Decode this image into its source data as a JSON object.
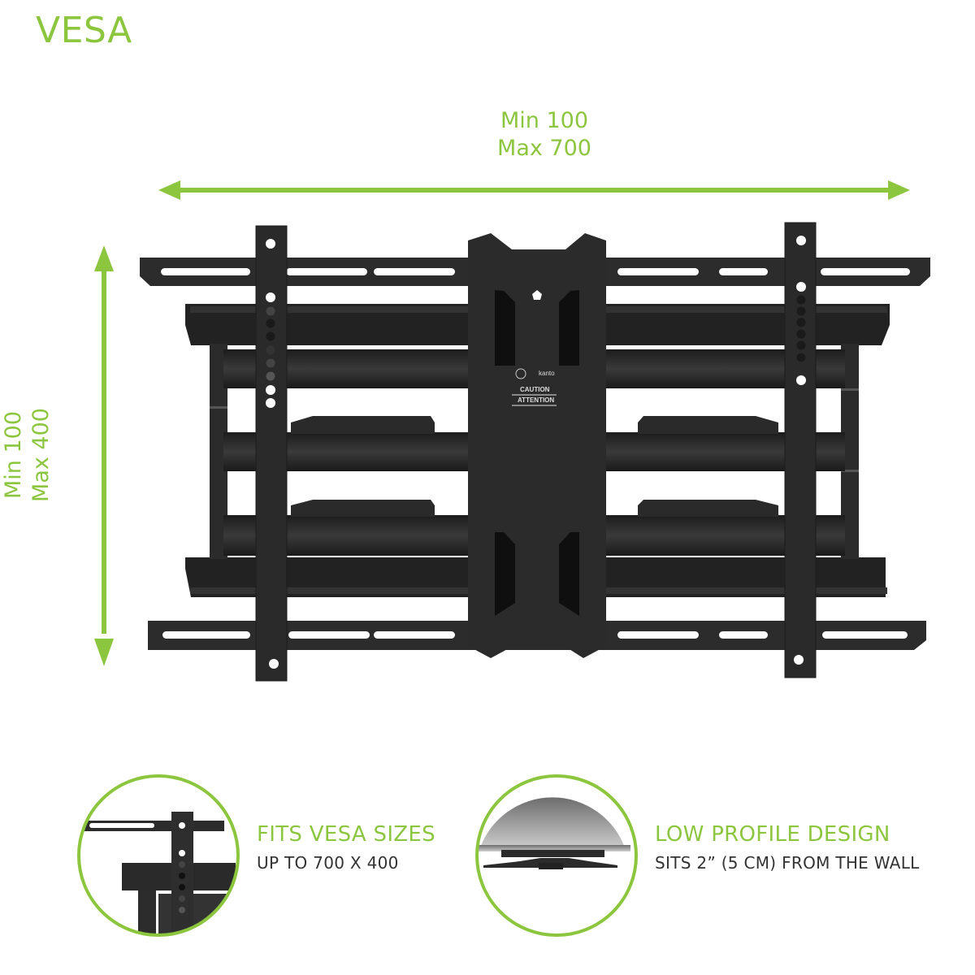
{
  "header": {
    "title": "VESA"
  },
  "dimensions": {
    "horizontal": {
      "min_label": "Min 100",
      "max_label": "Max 700"
    },
    "vertical": {
      "min_label": "Min 100",
      "max_label": "Max 400"
    }
  },
  "product": {
    "brand": "kanto",
    "labels": [
      "CAUTION",
      "ATTENTION"
    ]
  },
  "features": [
    {
      "icon": "vesa-bracket-closeup",
      "title": "FITS VESA SIZES",
      "subtitle": "UP TO 700 X 400"
    },
    {
      "icon": "low-profile-side-view",
      "title": "LOW PROFILE DESIGN",
      "subtitle": "SITS 2” (5 CM) FROM THE WALL"
    }
  ],
  "colors": {
    "accent": "#8cc63f",
    "body_text": "#333333",
    "metal": "#2a2a2a"
  }
}
